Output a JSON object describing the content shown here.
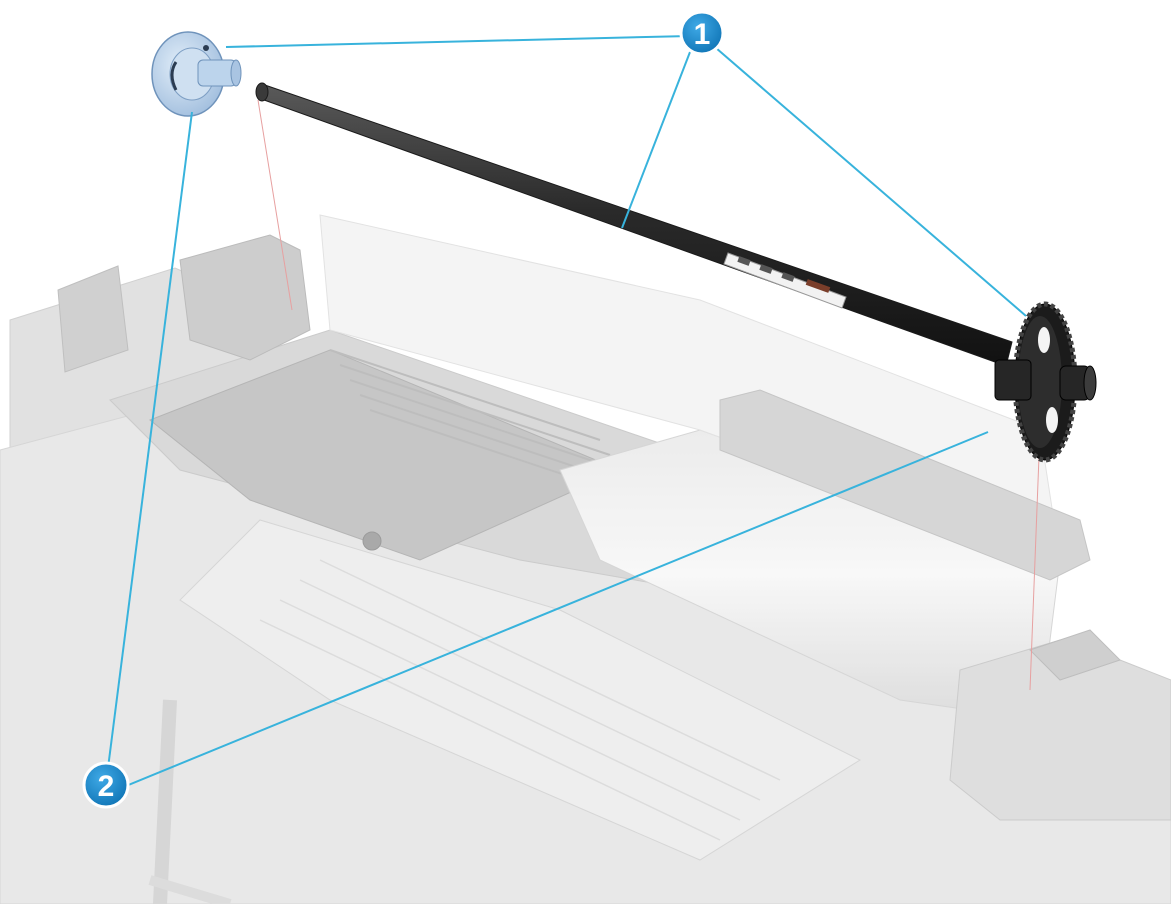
{
  "callouts": [
    {
      "id": "1",
      "label": "1"
    },
    {
      "id": "2",
      "label": "2"
    }
  ],
  "spindle_label_text": "",
  "logo_text": "",
  "colors": {
    "callout_fill": "#1489c8",
    "callout_ring": "#ffffff",
    "leader_line": "#38b3dc",
    "guide_line": "#e7a0a0",
    "spindle": "#2f2f2f",
    "hub_blue": "#b9d3ea",
    "printer_ghost": "#d9d9d9"
  },
  "icons": [
    "callout-1-icon",
    "callout-2-icon",
    "hp-logo-icon"
  ]
}
